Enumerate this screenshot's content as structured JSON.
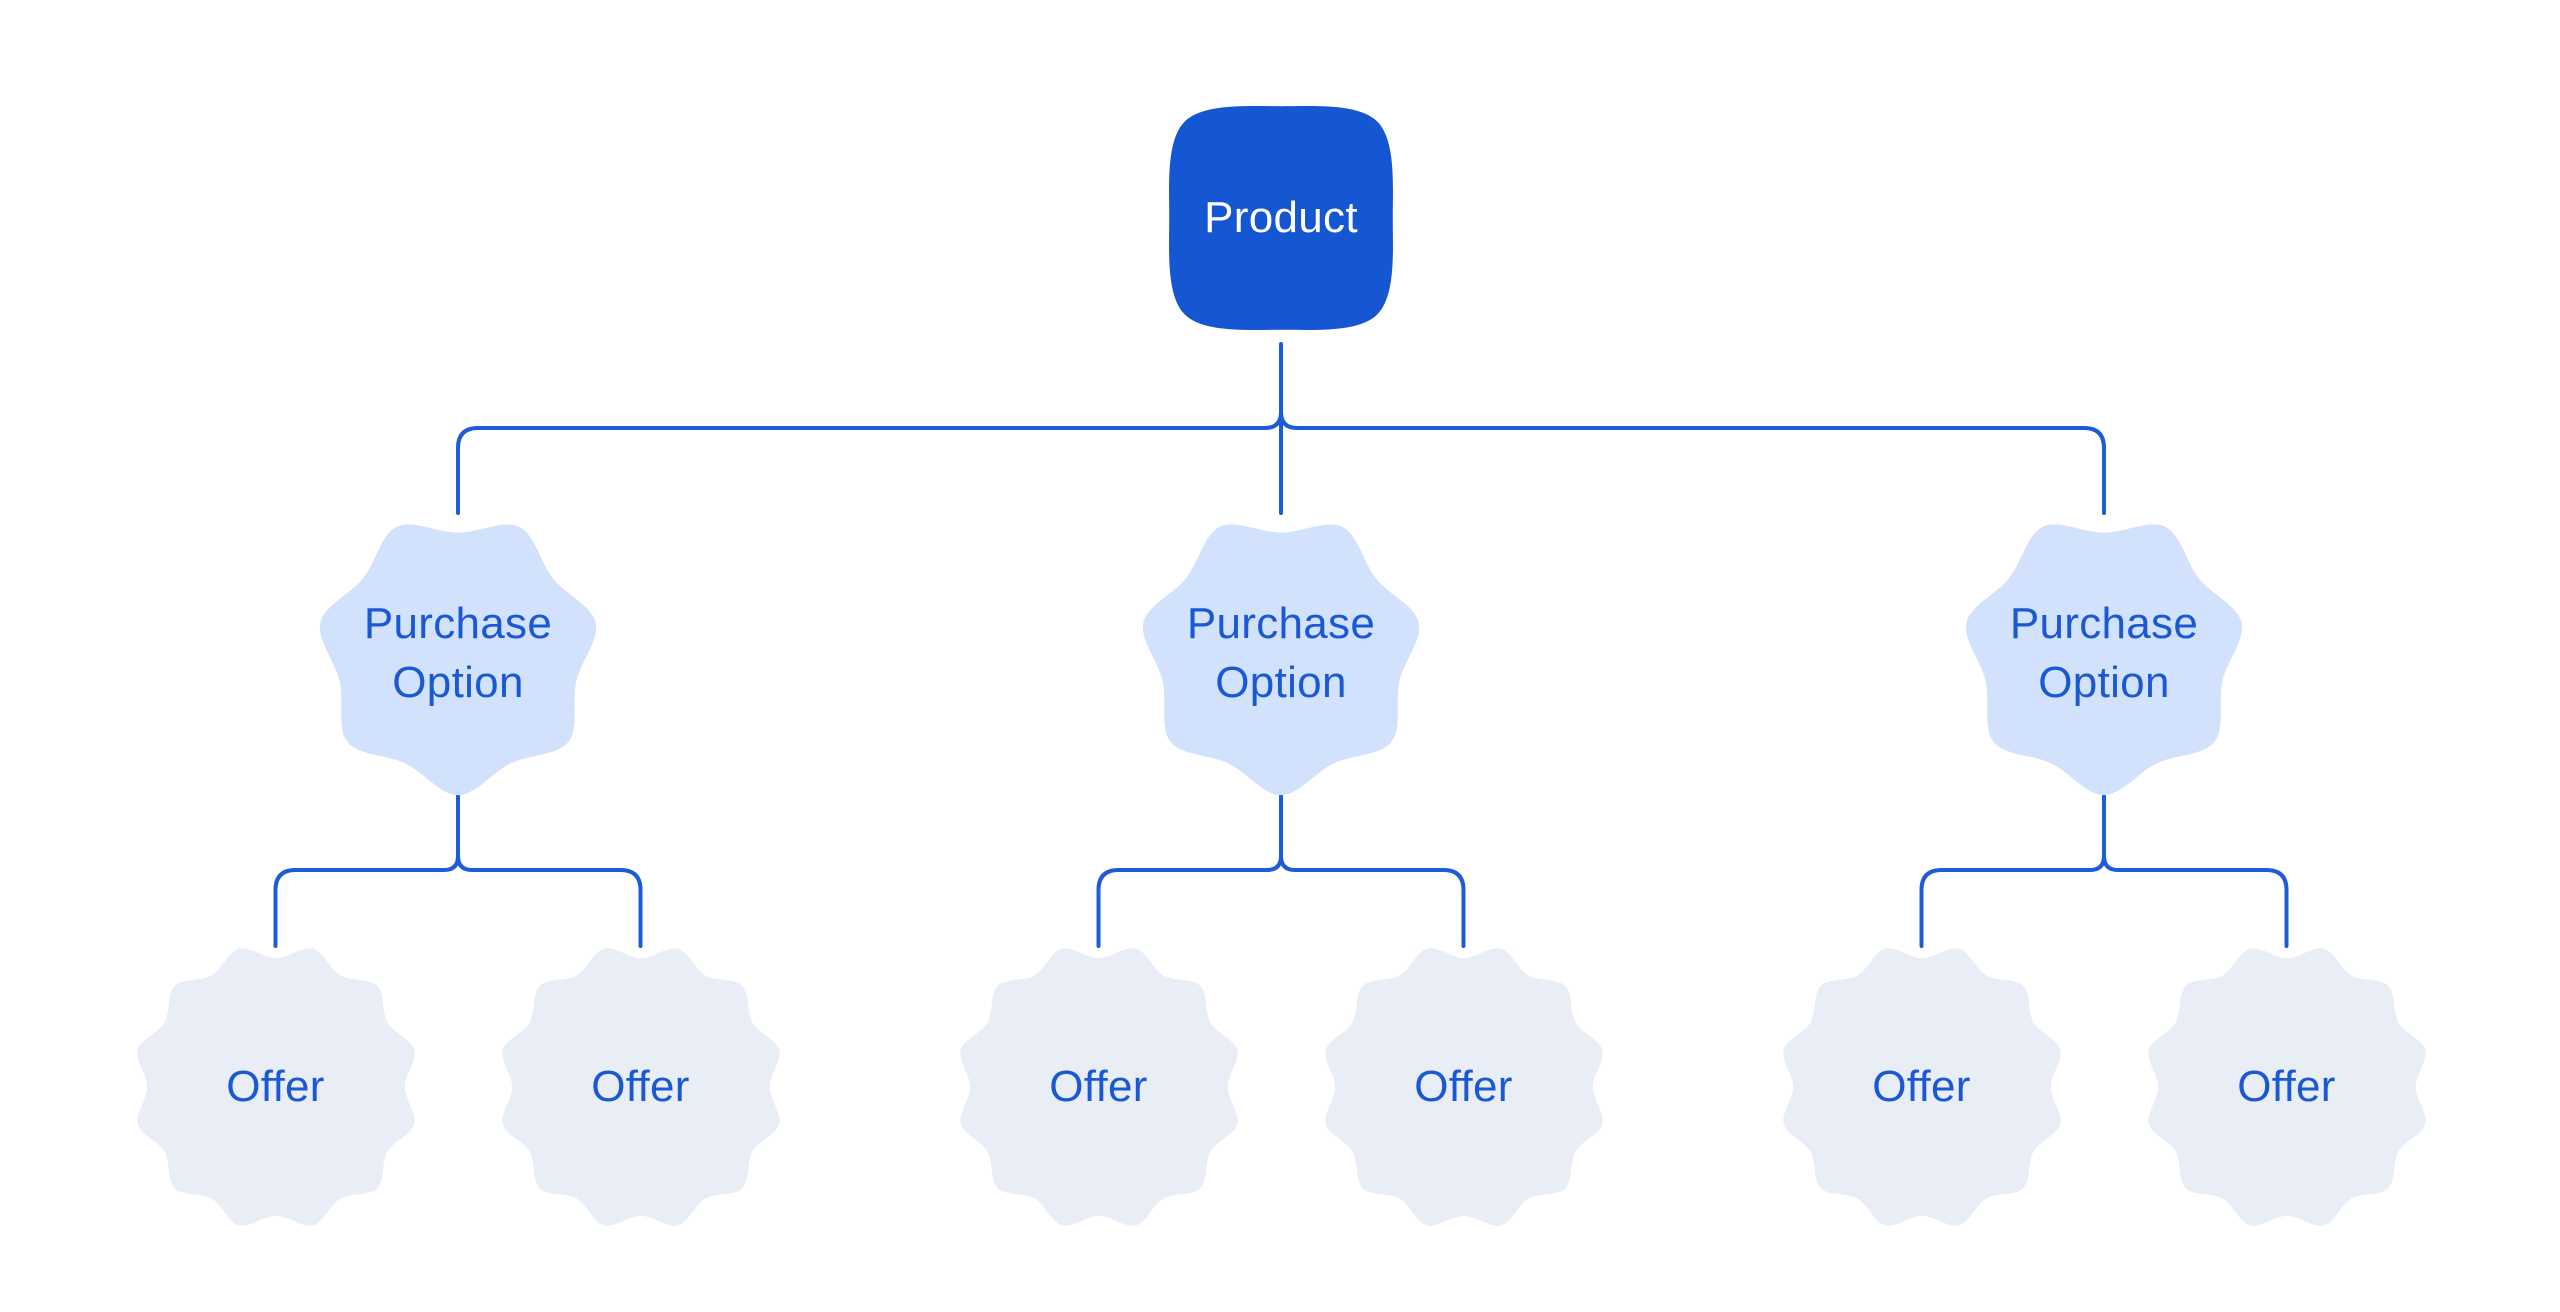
{
  "diagram": {
    "type": "tree",
    "background": "#ffffff",
    "nodes": [
      {
        "id": "product",
        "type": "product",
        "label": "Product"
      },
      {
        "id": "po1",
        "type": "purchase",
        "label": "Purchase Option"
      },
      {
        "id": "po2",
        "type": "purchase",
        "label": "Purchase Option"
      },
      {
        "id": "po3",
        "type": "purchase",
        "label": "Purchase Option"
      },
      {
        "id": "offer1",
        "type": "offer",
        "label": "Offer"
      },
      {
        "id": "offer2",
        "type": "offer",
        "label": "Offer"
      },
      {
        "id": "offer3",
        "type": "offer",
        "label": "Offer"
      },
      {
        "id": "offer4",
        "type": "offer",
        "label": "Offer"
      },
      {
        "id": "offer5",
        "type": "offer",
        "label": "Offer"
      },
      {
        "id": "offer6",
        "type": "offer",
        "label": "Offer"
      }
    ],
    "edges": [
      [
        "product",
        "po1"
      ],
      [
        "product",
        "po2"
      ],
      [
        "product",
        "po3"
      ],
      [
        "po1",
        "offer1"
      ],
      [
        "po1",
        "offer2"
      ],
      [
        "po2",
        "offer3"
      ],
      [
        "po2",
        "offer4"
      ],
      [
        "po3",
        "offer5"
      ],
      [
        "po3",
        "offer6"
      ]
    ],
    "colors": {
      "product_fill": "#1556d3",
      "product_text": "#ffffff",
      "purchase_fill": "#d2e2fc",
      "purchase_text": "#1a58d4",
      "offer_fill": "#e8edf6",
      "offer_text": "#1a58d4",
      "line": "#1d5cd8"
    }
  }
}
